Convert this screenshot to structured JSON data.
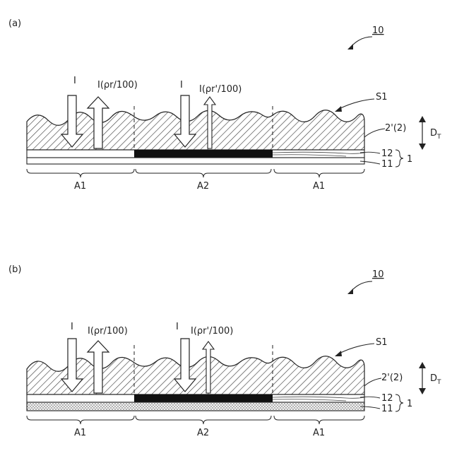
{
  "figure": {
    "panels": [
      {
        "label": "(a)",
        "reference": "10",
        "surface_label": "S1",
        "incident_label_1": "I",
        "reflected_label_1": "I(ρr/100)",
        "incident_label_2": "I",
        "reflected_label_2": "I(ρr'/100)",
        "layer_label": "2'(2)",
        "thickness_label": "D",
        "thickness_sub": "T",
        "label_12": "12",
        "label_11": "11",
        "label_1": "1",
        "regions": [
          "A1",
          "A2",
          "A1"
        ],
        "layer11_style": "plain"
      },
      {
        "label": "(b)",
        "reference": "10",
        "surface_label": "S1",
        "incident_label_1": "I",
        "reflected_label_1": "I(ρr/100)",
        "incident_label_2": "I",
        "reflected_label_2": "I(ρr'/100)",
        "layer_label": "2'(2)",
        "thickness_label": "D",
        "thickness_sub": "T",
        "label_12": "12",
        "label_11": "11",
        "label_1": "1",
        "regions": [
          "A1",
          "A2",
          "A1"
        ],
        "layer11_style": "dotted"
      }
    ]
  }
}
